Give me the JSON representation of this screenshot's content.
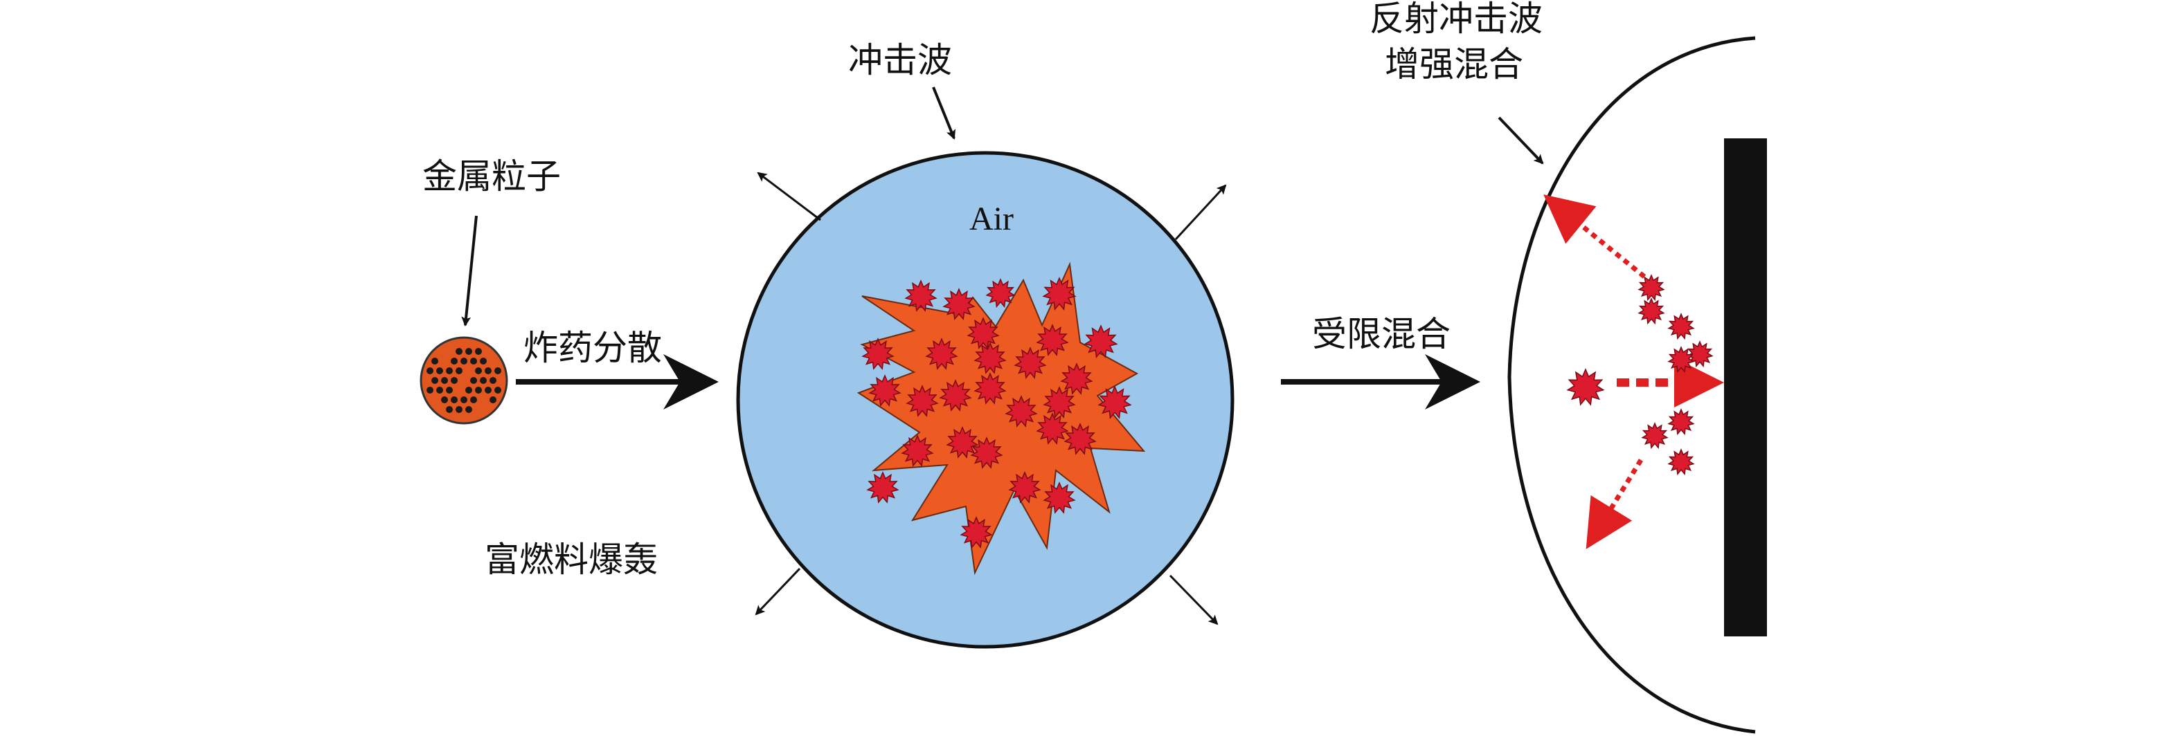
{
  "labels": {
    "metal_particles": "金属粒子",
    "explosive_dispersal": "炸药分散",
    "fuel_rich_detonation": "富燃料爆轰",
    "shock_wave": "冲击波",
    "air": "Air",
    "confined_mixing": "受限混合",
    "reflected_shock_line1": "反射冲击波",
    "reflected_shock_line2": "增强混合"
  },
  "colors": {
    "charge_fill": "#e2571f",
    "charge_dots": "#1a1a1a",
    "air_fill": "#9cc6ea",
    "fireball_fill": "#ee5b22",
    "particle_fill": "#dc1c2e",
    "reflect_arrow": "#e02020",
    "wall": "#111111",
    "line": "#111111"
  },
  "icons": {
    "charge": "metal-particle-charge-icon",
    "particle": "burning-particle-icon",
    "fireball": "fireball-icon",
    "wall": "wall-icon"
  }
}
